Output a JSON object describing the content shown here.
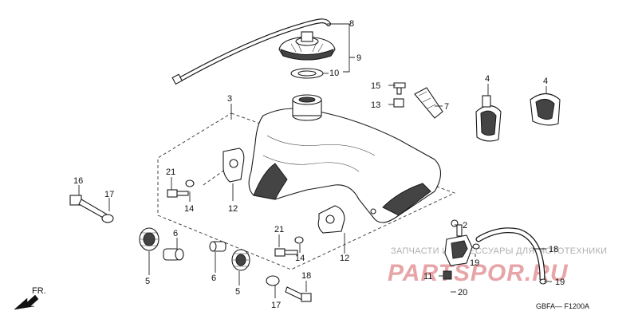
{
  "callouts": [
    {
      "id": "c8",
      "label": "8"
    },
    {
      "id": "c9",
      "label": "9"
    },
    {
      "id": "c10",
      "label": "10"
    },
    {
      "id": "c3",
      "label": "3"
    },
    {
      "id": "c15",
      "label": "15"
    },
    {
      "id": "c13",
      "label": "13"
    },
    {
      "id": "c7",
      "label": "7"
    },
    {
      "id": "c4a",
      "label": "4"
    },
    {
      "id": "c4b",
      "label": "4"
    },
    {
      "id": "c21a",
      "label": "21"
    },
    {
      "id": "c14a",
      "label": "14"
    },
    {
      "id": "c12a",
      "label": "12"
    },
    {
      "id": "c16",
      "label": "16"
    },
    {
      "id": "c17a",
      "label": "17"
    },
    {
      "id": "c21b",
      "label": "21"
    },
    {
      "id": "c14b",
      "label": "14"
    },
    {
      "id": "c12b",
      "label": "12"
    },
    {
      "id": "c2",
      "label": "2"
    },
    {
      "id": "c18a",
      "label": "18"
    },
    {
      "id": "c19a",
      "label": "19"
    },
    {
      "id": "c11",
      "label": "11"
    },
    {
      "id": "c20",
      "label": "20"
    },
    {
      "id": "c19b",
      "label": "19"
    },
    {
      "id": "c6a",
      "label": "6"
    },
    {
      "id": "c5a",
      "label": "5"
    },
    {
      "id": "c6b",
      "label": "6"
    },
    {
      "id": "c5b",
      "label": "5"
    },
    {
      "id": "c17b",
      "label": "17"
    },
    {
      "id": "c18b",
      "label": "18"
    }
  ],
  "front_label": "FR.",
  "diagram_code": "GBFA— F1200A",
  "watermark": {
    "caption": "ЗАПЧАСТИ И АКСЕССУАРЫ ДЛЯ МОТОТЕХНИКИ",
    "brand": "PARTSPOR.RU"
  }
}
